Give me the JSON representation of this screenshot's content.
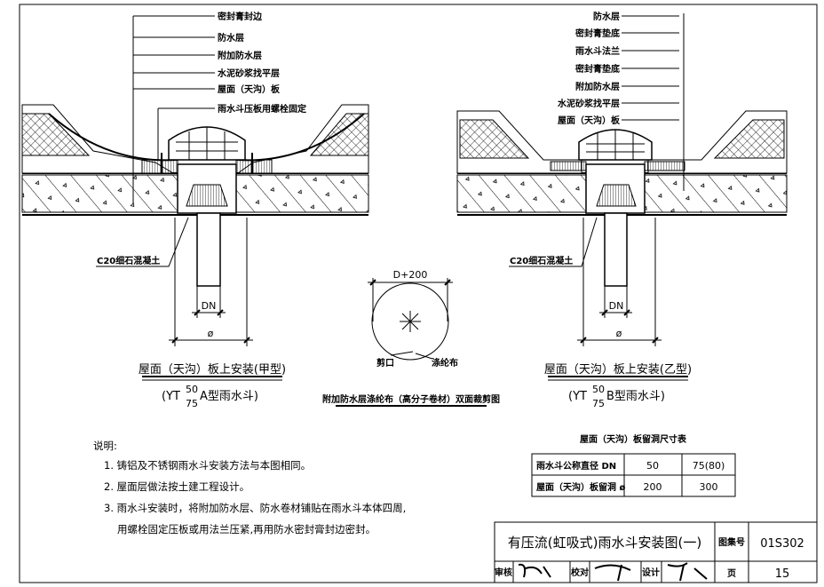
{
  "left_section": {
    "labels": [
      "密封膏封边",
      "防水层",
      "附加防水层",
      "水泥砂浆找平层",
      "屋面（天沟）板",
      "雨水斗压板用螺栓固定"
    ],
    "concrete_label": "C20细石混凝土",
    "dim_dn": "DN",
    "dim_phi": "ø",
    "title": "屋面（天沟）板上安装(甲型)",
    "subtitle_prefix": "(YT",
    "subtitle_sup": "50",
    "subtitle_sub": "75",
    "subtitle_suffix": "A型雨水斗)"
  },
  "right_section": {
    "labels": [
      "防水层",
      "密封膏垫底",
      "雨水斗法兰",
      "密封膏垫底",
      "附加防水层",
      "水泥砂浆找平层",
      "屋面（天沟）板"
    ],
    "concrete_label": "C20细石混凝土",
    "dim_dn": "DN",
    "dim_phi": "ø",
    "title": "屋面（天沟）板上安装(乙型)",
    "subtitle_prefix": "(YT",
    "subtitle_sup": "50",
    "subtitle_sub": "75",
    "subtitle_suffix": "B型雨水斗)"
  },
  "cut_diagram": {
    "dim": "D+200",
    "label_cut": "剪口",
    "label_cloth": "涤纶布",
    "caption": "附加防水层涤纶布（高分子卷材）双面裁剪图"
  },
  "notes": {
    "heading": "说明:",
    "items": [
      "1. 铸铝及不锈钢雨水斗安装方法与本图相同。",
      "2. 屋面层做法按土建工程设计。",
      "3. 雨水斗安装时，将附加防水层、防水卷材铺贴在雨水斗本体四周,",
      "用螺栓固定压板或用法兰压紧,再用防水密封膏封边密封。"
    ]
  },
  "table": {
    "caption": "屋面（天沟）板留洞尺寸表",
    "rows": [
      [
        "雨水斗公称直径 DN",
        "50",
        "75(80)"
      ],
      [
        "屋面（天沟）板留洞 ø",
        "200",
        "300"
      ]
    ]
  },
  "title_block": {
    "title": "有压流(虹吸式)雨水斗安装图(一)",
    "atlas_label": "图集号",
    "atlas_no": "01S302",
    "review_label": "审核",
    "check_label": "校对",
    "design_label": "设计",
    "page_label": "页",
    "page_no": "15"
  }
}
